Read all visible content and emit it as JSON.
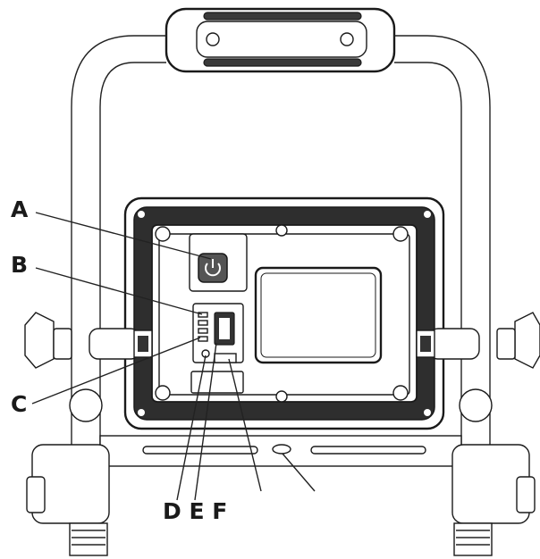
{
  "callouts": {
    "a": "A",
    "b": "B",
    "c": "C",
    "def": "D E F"
  },
  "colors": {
    "ink": "#1a1a1a",
    "panel": "#3a3a3a",
    "background": "#ffffff"
  }
}
